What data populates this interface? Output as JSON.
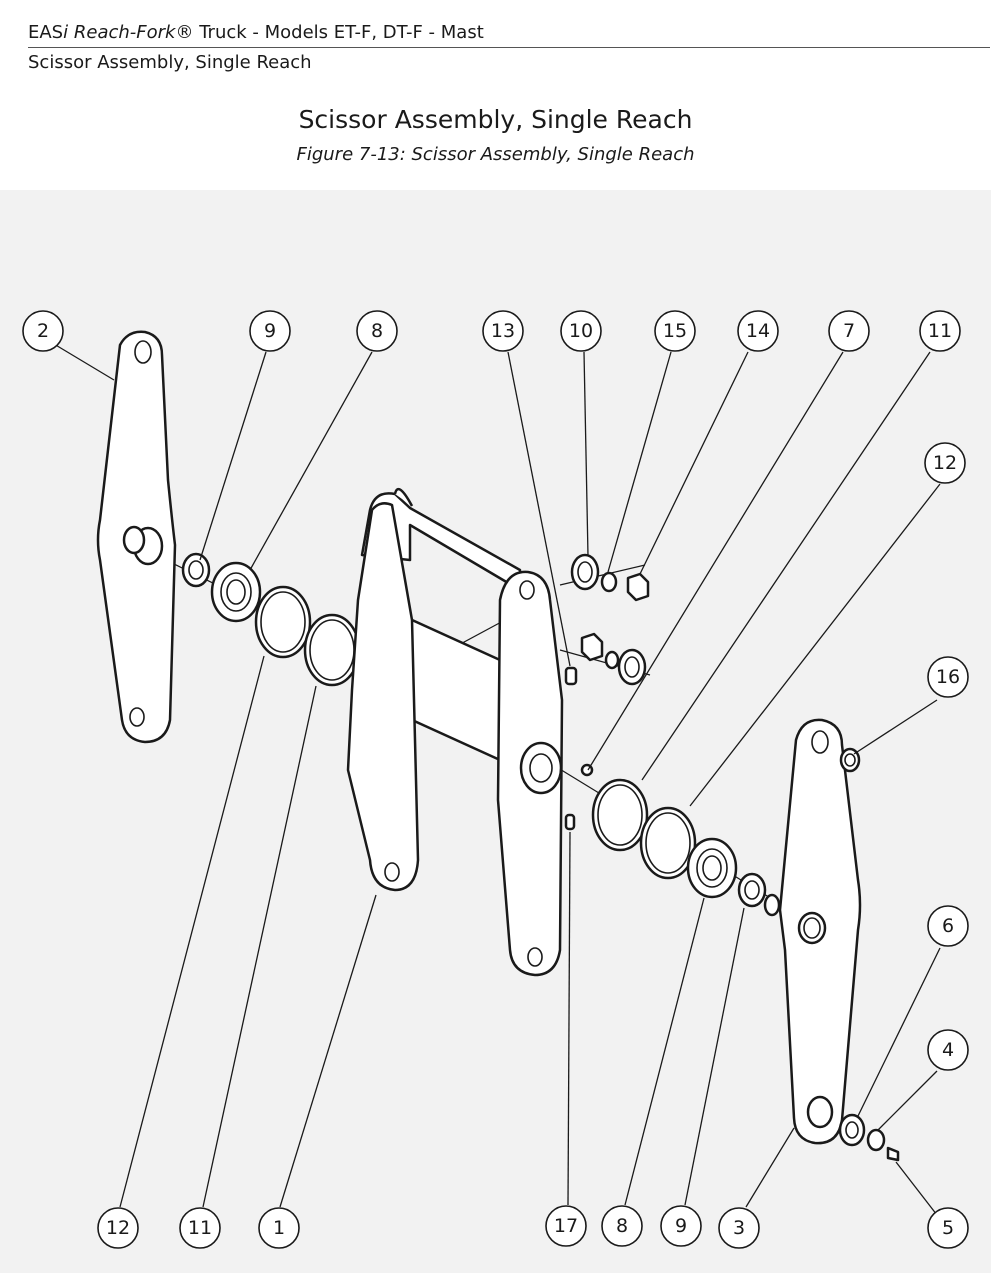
{
  "header": {
    "title_prefix": "EAS",
    "title_i": "i",
    "title_product": "Reach-Fork",
    "title_reg": "®",
    "title_rest": " Truck - Models ET-F, DT-F - Mast",
    "subtitle": "Scissor Assembly, Single Reach"
  },
  "page": {
    "title": "Scissor Assembly, Single Reach",
    "caption": "Figure 7-13: Scissor Assembly, Single Reach"
  },
  "diagram": {
    "callouts": {
      "top": [
        "2",
        "9",
        "8",
        "13",
        "10",
        "15",
        "14",
        "7",
        "11"
      ],
      "right": [
        "12",
        "16",
        "6",
        "4",
        "5"
      ],
      "bottom": [
        "12",
        "11",
        "1",
        "17",
        "8",
        "9",
        "3"
      ]
    }
  }
}
